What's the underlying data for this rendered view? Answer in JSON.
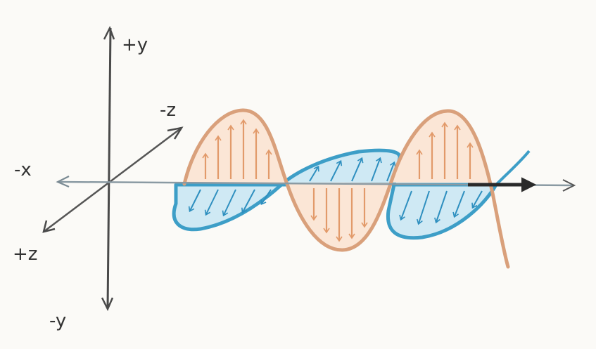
{
  "axes": {
    "plus_y": "+y",
    "minus_y": "-y",
    "minus_z": "-z",
    "plus_z": "+z",
    "minus_x": "-x"
  },
  "colors": {
    "electric_wave": "#e8a77b",
    "magnetic_wave": "#3d9ec7",
    "axis": "#4a4a4a",
    "propagation": "#222222"
  }
}
